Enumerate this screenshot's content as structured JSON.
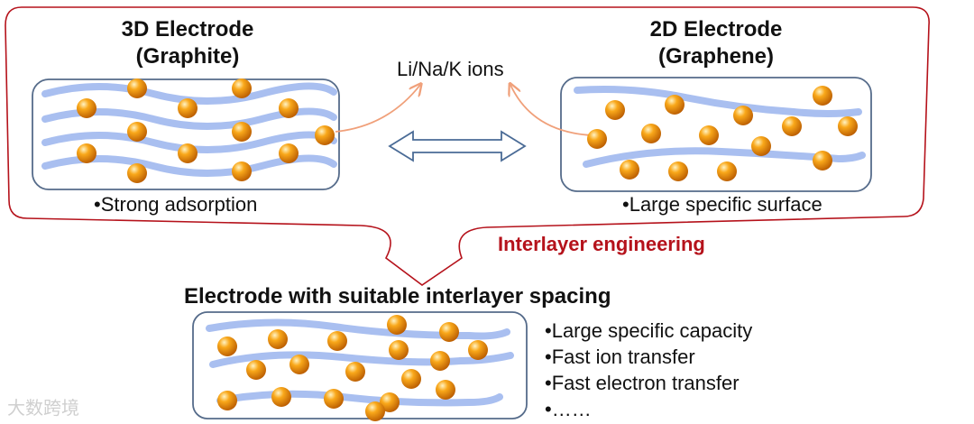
{
  "left_panel": {
    "title_line1": "3D Electrode",
    "title_line2": "(Graphite)",
    "caption": "•Strong adsorption"
  },
  "right_panel": {
    "title_line1": "2D Electrode",
    "title_line2": "(Graphene)",
    "caption": "•Large specific surface"
  },
  "ions_label": "Li/Na/K ions",
  "interlayer_label": "Interlayer engineering",
  "bottom_panel": {
    "title": "Electrode with suitable interlayer spacing",
    "bullets": [
      "•Large specific capacity",
      "•Fast ion transfer",
      "•Fast electron transfer",
      "•……"
    ]
  },
  "watermark": "大数跨境",
  "colors": {
    "bracket": "#b5121b",
    "layer": "#a9bff0",
    "box_border": "#556b8a",
    "arrow_border": "#4a6b96",
    "ion_arrow": "#f0a07a",
    "ion": "#f08a00"
  }
}
